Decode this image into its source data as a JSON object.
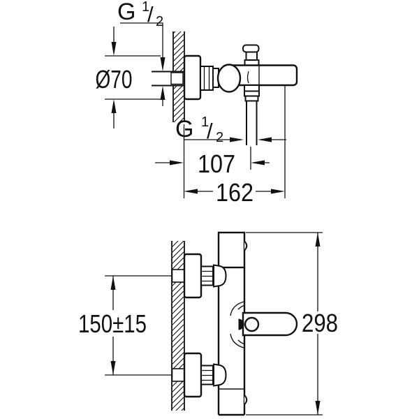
{
  "drawing": {
    "background": "#ffffff",
    "line_color": "#111111"
  },
  "side_view": {
    "dim_thread_wall": {
      "base": "G",
      "sup": "1",
      "slash": "/",
      "sub": "2"
    },
    "dim_flange_diameter": "Ø70",
    "dim_thread_outlet": {
      "base": "G",
      "sup": "1",
      "slash": "/",
      "sub": "2"
    },
    "dim_wall_to_outlet": "107",
    "dim_total_projection": "162"
  },
  "front_view": {
    "dim_connection_spacing": "150±15",
    "dim_total_height": "298"
  }
}
